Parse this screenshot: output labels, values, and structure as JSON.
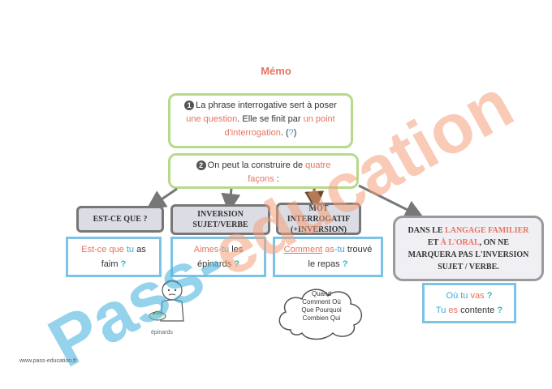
{
  "title": "Mémo",
  "box1": {
    "num": "1",
    "t1": "La phrase interrogative sert à poser",
    "t2": "une question",
    "t3": ". Elle se finit par ",
    "t4": "un point",
    "t5": "d'interrogation",
    "t6": ". (",
    "t7": "?",
    "t8": ")"
  },
  "box2": {
    "num": "2",
    "t1": "On peut la construire de ",
    "t2": "quatre",
    "t3": "façons",
    "t4": " :"
  },
  "cat1": {
    "label": "Est-ce que ?"
  },
  "cat2": {
    "label1": "Inversion",
    "label2": "sujet/verbe"
  },
  "cat3": {
    "label1": "Mot interrogatif",
    "label2": "(+inversion)"
  },
  "cat4": {
    "t1": "Dans le ",
    "t2": "langage familier",
    "t3": "et ",
    "t4": "à l'oral",
    "t5": ", on ne",
    "t6": "marquera pas l'inversion",
    "t7": "sujet / verbe."
  },
  "ex1": {
    "a": "Est-ce que ",
    "b": "tu",
    "c": " as",
    "d": "faim ",
    "e": "?"
  },
  "ex2": {
    "a": "Aimes",
    "b": "-tu",
    "c": " les",
    "d": "épinards ",
    "e": "?"
  },
  "ex3": {
    "a": "Comment",
    "b": " as",
    "c": "-tu",
    "d": " trouvé",
    "e": "le repas ",
    "f": "?"
  },
  "ex4": {
    "a": "Où ",
    "b": "tu",
    "c": " vas ",
    "d": "?",
    "e": "Tu",
    "f": " es",
    "g": " contente ",
    "h": "?"
  },
  "cloud": {
    "l1": "Quand",
    "l2": "Comment Où",
    "l3": "Que Pourquoi",
    "l4": "Combien Qui"
  },
  "image_caption": "épinards",
  "watermark": "Pass-education",
  "footer": "www.pass-education.fr",
  "colors": {
    "red": "#e8735f",
    "blue": "#38a8dc",
    "green_border": "#b7d98a",
    "blue_border": "#7cc3e6",
    "watermark": "#f4a07a"
  }
}
